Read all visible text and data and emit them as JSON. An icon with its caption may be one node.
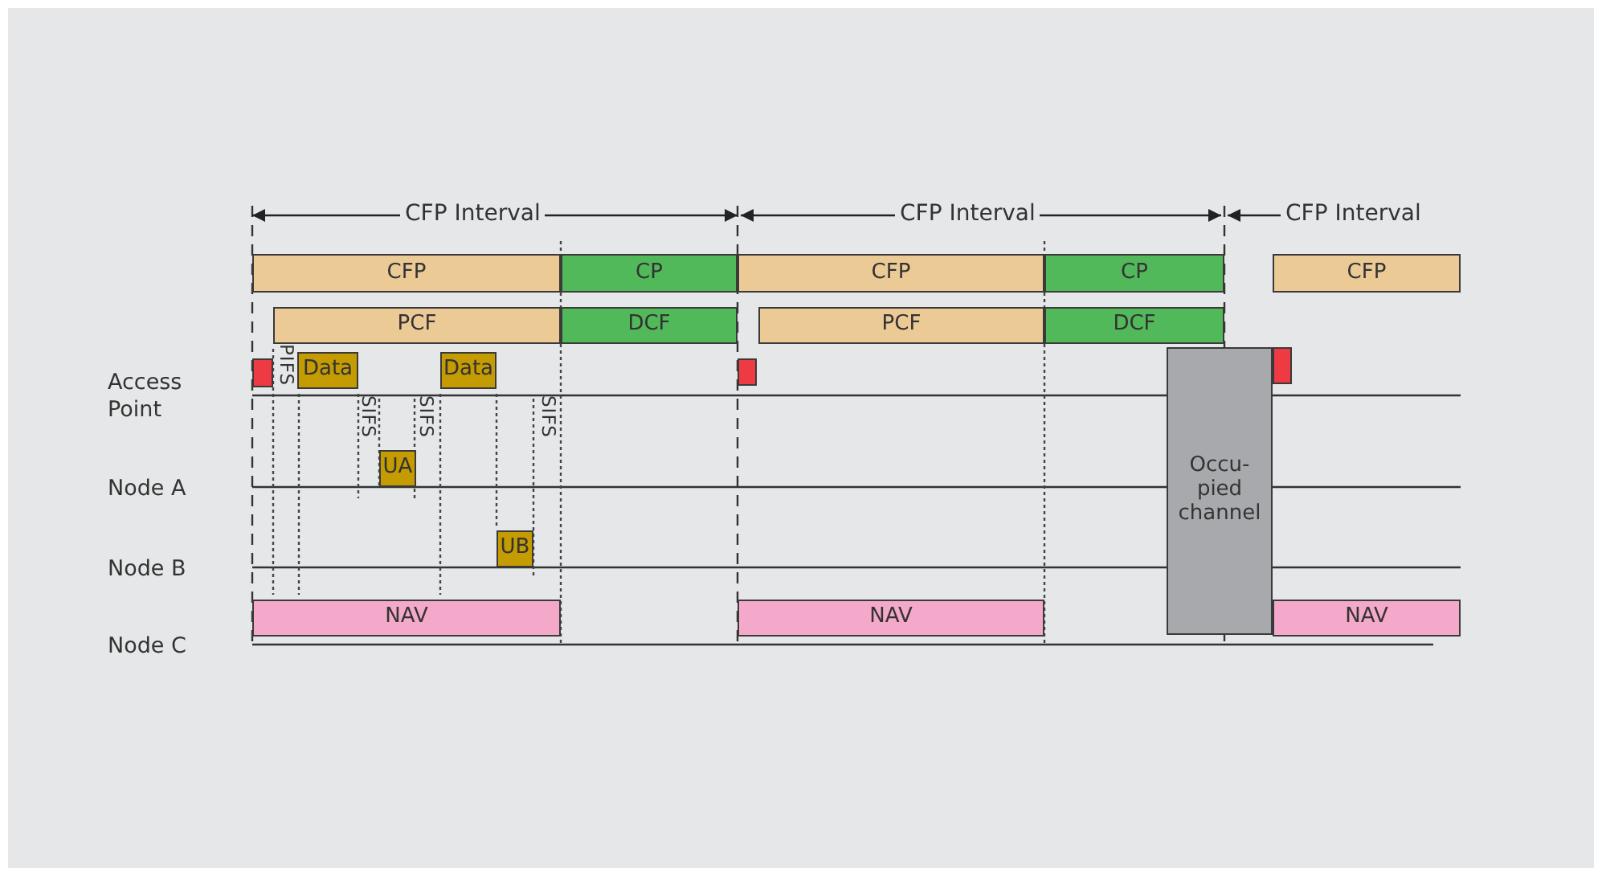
{
  "diagram": {
    "nodes": [
      {
        "text": [
          "CFP"
        ]
      },
      {
        "text": [
          "CP"
        ]
      },
      {
        "text": [
          "CFP"
        ]
      },
      {
        "text": [
          "CP"
        ]
      },
      {
        "text": [
          "CFP"
        ]
      },
      {
        "text": [
          "PCF"
        ]
      },
      {
        "text": [
          "DCF"
        ]
      },
      {
        "text": [
          "PCF"
        ]
      },
      {
        "text": [
          "DCF"
        ]
      },
      {
        "text": [],
        "shape": "box"
      },
      {
        "text": [
          "Data"
        ]
      },
      {
        "text": [
          "Data"
        ]
      },
      {
        "text": [],
        "shape": "box"
      },
      {
        "text": [
          "Occu- pied channel"
        ]
      },
      {
        "text": [],
        "shape": "box"
      },
      {
        "text": [
          "UA"
        ]
      },
      {
        "text": [
          "UB"
        ]
      },
      {
        "text": [
          "NAV"
        ]
      },
      {
        "text": [
          "NAV"
        ]
      },
      {
        "text": [
          "NAV"
        ]
      }
    ],
    "labels": [
      "CFP Interval",
      "CFP Interval",
      "CFP Interval",
      "Access Point",
      "PIFS",
      "SIFS",
      "SIFS",
      "SIFS",
      "Node A",
      "Node B",
      "Node C"
    ]
  }
}
